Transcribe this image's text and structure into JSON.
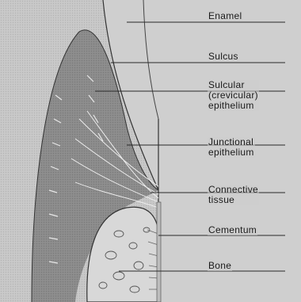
{
  "labels": {
    "enamel": "Enamel",
    "sulcus": "Sulcus",
    "sulcular_epithelium": "Sulcular\n(crevicular)\nepithelium",
    "junctional_epithelium": "Junctional\nepithelium",
    "connective_tissue": "Connective\ntissue",
    "cementum": "Cementum",
    "bone": "Bone"
  }
}
